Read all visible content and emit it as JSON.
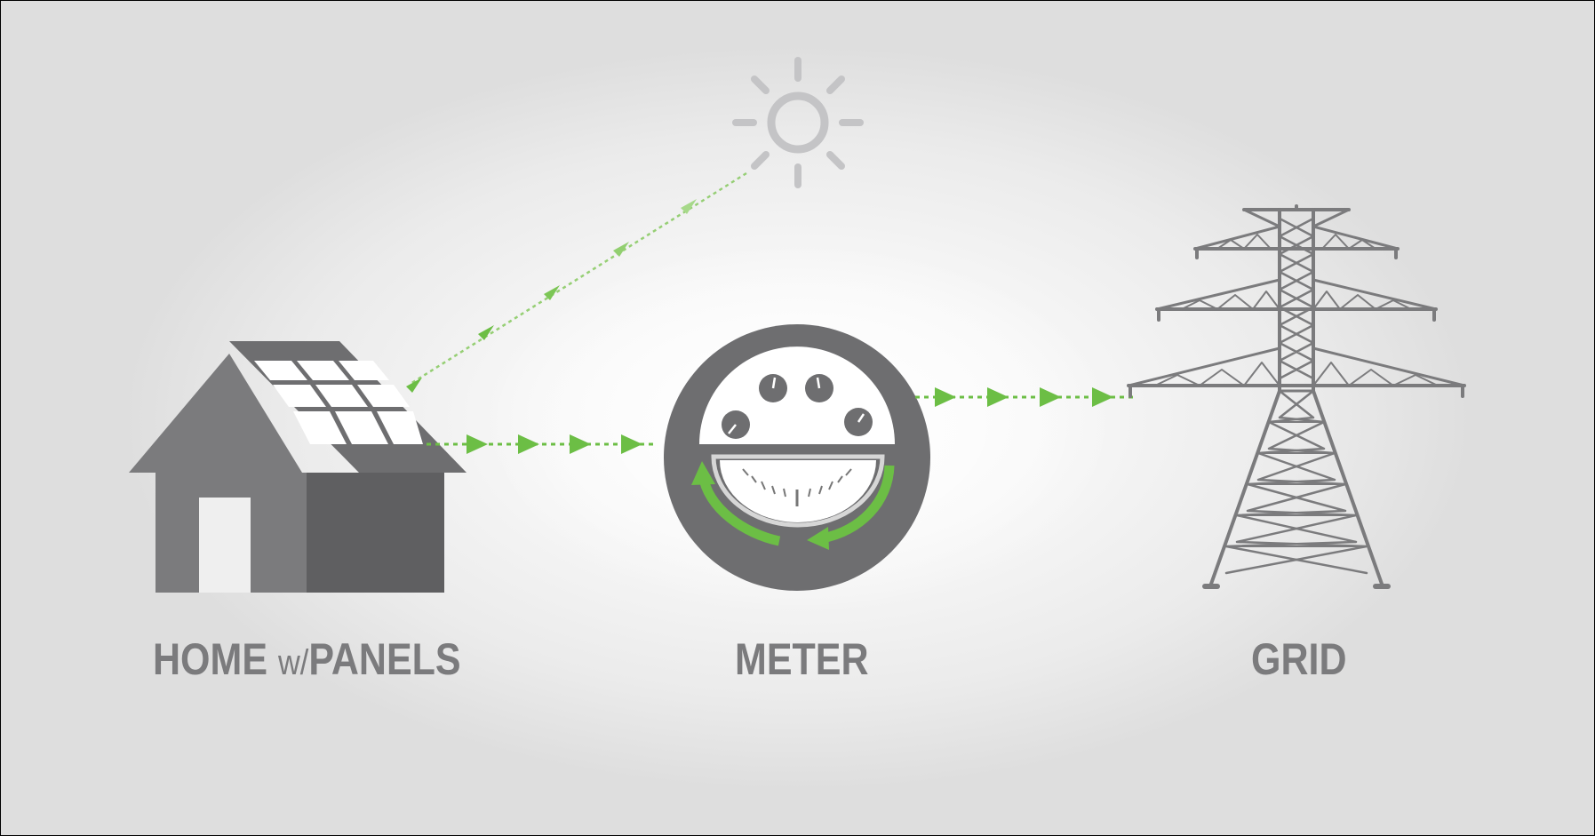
{
  "nodes": {
    "home": {
      "label_main": "HOME",
      "label_small": "w/",
      "label_end": "PANELS",
      "icon": "house-with-solar-panels-icon"
    },
    "meter": {
      "label": "METER",
      "icon": "net-meter-icon"
    },
    "grid": {
      "label": "GRID",
      "icon": "transmission-tower-icon"
    },
    "sun": {
      "icon": "sun-icon"
    }
  },
  "flows": [
    {
      "from": "sun",
      "to": "home",
      "style": "dotted-arrow"
    },
    {
      "from": "home",
      "to": "meter",
      "style": "dotted-arrow"
    },
    {
      "from": "meter",
      "to": "grid",
      "style": "dotted-arrow"
    }
  ],
  "colors": {
    "accent_green": "#6cbe45",
    "icon_gray": "#7b7b7d",
    "dark_gray": "#5f5f61",
    "sun_gray": "#c4c4c6"
  }
}
